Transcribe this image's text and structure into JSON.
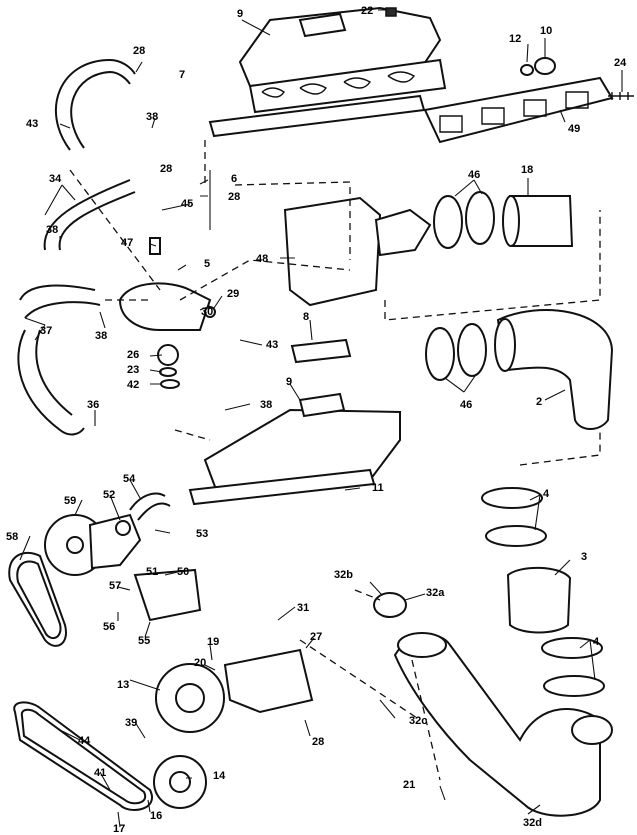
{
  "callouts": {
    "c1": "9",
    "c2": "22",
    "c3": "10",
    "c4": "12",
    "c5": "24",
    "c6": "49",
    "c7": "28",
    "c8": "7",
    "c9": "43",
    "c10": "38",
    "c11": "28",
    "c12": "34",
    "c13": "6",
    "c14": "28",
    "c15": "45",
    "c16": "38",
    "c17": "47",
    "c18": "48",
    "c19": "46",
    "c20": "18",
    "c21": "5",
    "c22": "37",
    "c23": "38",
    "c24": "29",
    "c25": "30",
    "c26": "8",
    "c27": "43",
    "c28": "26",
    "c29": "23",
    "c30": "42",
    "c31": "46",
    "c32": "2",
    "c33": "9",
    "c34": "38",
    "c35": "36",
    "c36": "11",
    "c37": "54",
    "c38": "59",
    "c39": "52",
    "c40": "53",
    "c41": "58",
    "c42": "51",
    "c43": "50",
    "c44": "57",
    "c45": "56",
    "c46": "55",
    "c47": "31",
    "c48": "32b",
    "c49": "32a",
    "c50": "4",
    "c51": "3",
    "c52": "4",
    "c53": "19",
    "c54": "27",
    "c55": "20",
    "c56": "13",
    "c57": "28",
    "c58": "39",
    "c59": "32c",
    "c60": "44",
    "c61": "14",
    "c62": "41",
    "c63": "16",
    "c64": "17",
    "c65": "21",
    "c66": "32d"
  }
}
